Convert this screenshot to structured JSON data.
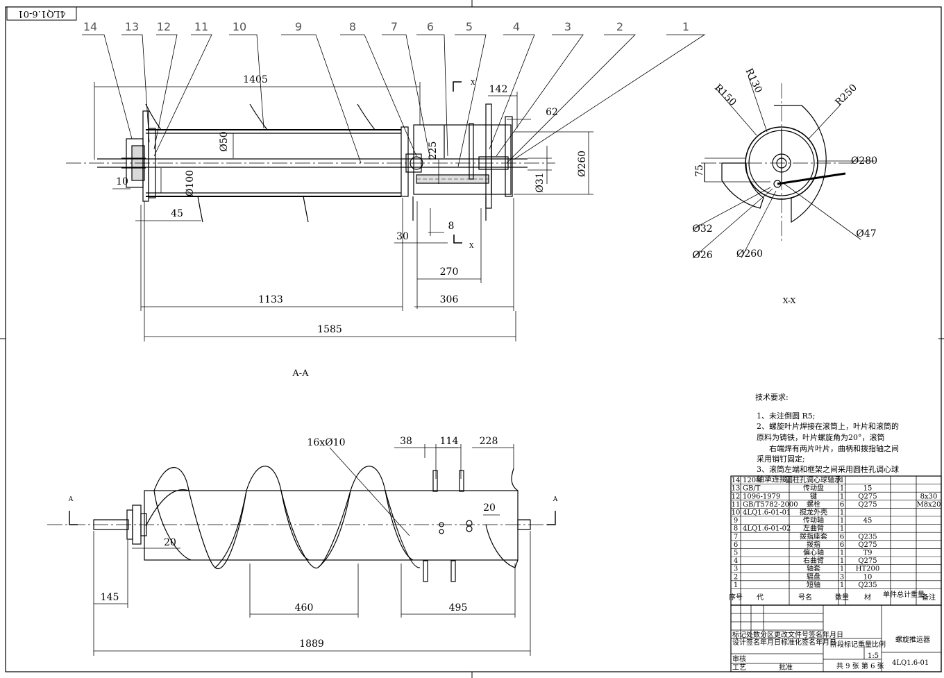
{
  "drawing_code_corner": "4LQ1.6-01",
  "views": {
    "top_label": "A-A",
    "side_label": "X-X",
    "section_mark": "X",
    "cut_mark": "A"
  },
  "balloons": [
    "14",
    "13",
    "12",
    "11",
    "10",
    "9",
    "8",
    "7",
    "6",
    "5",
    "4",
    "3",
    "2",
    "1"
  ],
  "dims_top": {
    "d1405": "1405",
    "d142": "142",
    "d62": "62",
    "d50": "Ø50",
    "d225": "225",
    "d260v": "Ø260",
    "d31": "Ø31",
    "d10": "10",
    "d100": "Ø100",
    "d45": "45",
    "d30": "30",
    "d8": "8",
    "d270": "270",
    "d1133": "1133",
    "d306": "306",
    "d1585": "1585"
  },
  "dims_side": {
    "r130": "R130",
    "r150": "R150",
    "r250": "R250",
    "d75": "75",
    "d280": "Ø280",
    "d32": "Ø32",
    "d26": "Ø26",
    "d260": "Ø260",
    "d47": "Ø47"
  },
  "dims_bottom": {
    "holes": "16xØ10",
    "d38": "38",
    "d114": "114",
    "d228": "228",
    "d20a": "20",
    "d20b": "20",
    "d145": "145",
    "d460": "460",
    "d495": "495",
    "d1889": "1889"
  },
  "tech": {
    "title": "技术要求:",
    "l1": "1、未注倒圆 R5;",
    "l2": "2、螺旋叶片焊接在滚筒上，叶片和滚筒的",
    "l3": "原料为铸铁，叶片螺旋角为20°，滚筒",
    "l4": "右端焊有两片叶片，曲柄和拨指轴之间",
    "l5": "采用销钉固定;",
    "l6": "3、滚筒左端和框架之间采用圆柱孔调心球",
    "l7": "轴承连接。"
  },
  "bom": {
    "header": {
      "no": "序号",
      "code": "代",
      "name": "号名",
      "qty": "数量",
      "mat": "材",
      "wt": "单件总计重量",
      "remark": "备注"
    },
    "rows": [
      {
        "no": "14",
        "code": "1208",
        "name": "圆柱孔调心球轴承",
        "qty": "1",
        "mat": "",
        "remark": ""
      },
      {
        "no": "13",
        "code": "GB/T",
        "name": "传动盘",
        "qty": "1",
        "mat": "15",
        "remark": ""
      },
      {
        "no": "12",
        "code": "1096-1979",
        "name": "键",
        "qty": "1",
        "mat": "Q275",
        "remark": "8x30"
      },
      {
        "no": "11",
        "code": "GB/T5782-2000",
        "name": "螺栓",
        "qty": "6",
        "mat": "Q275",
        "remark": "M8x20"
      },
      {
        "no": "10",
        "code": "4LQ1.6-01-01",
        "name": "搅龙外壳",
        "qty": "1",
        "mat": "",
        "remark": ""
      },
      {
        "no": "9",
        "code": "",
        "name": "传动轴",
        "qty": "1",
        "mat": "45",
        "remark": ""
      },
      {
        "no": "8",
        "code": "4LQ1.6-01-02",
        "name": "左曲臂",
        "qty": "1",
        "mat": "",
        "remark": ""
      },
      {
        "no": "7",
        "code": "",
        "name": "拨指座套",
        "qty": "6",
        "mat": "Q235",
        "remark": ""
      },
      {
        "no": "6",
        "code": "",
        "name": "拨指",
        "qty": "6",
        "mat": "Q275",
        "remark": ""
      },
      {
        "no": "5",
        "code": "",
        "name": "偏心轴",
        "qty": "1",
        "mat": "T9",
        "remark": ""
      },
      {
        "no": "4",
        "code": "",
        "name": "右曲臂",
        "qty": "1",
        "mat": "Q275",
        "remark": ""
      },
      {
        "no": "3",
        "code": "",
        "name": "轴套",
        "qty": "1",
        "mat": "HT200",
        "remark": ""
      },
      {
        "no": "2",
        "code": "",
        "name": "辐盘",
        "qty": "3",
        "mat": "10",
        "remark": ""
      },
      {
        "no": "1",
        "code": "",
        "name": "短轴",
        "qty": "1",
        "mat": "Q235",
        "remark": ""
      }
    ]
  },
  "title_block": {
    "name": "螺旋推运器",
    "code": "4LQ1.6-01",
    "scale": "1:5",
    "sheet": "共 9 张 第 6 张",
    "r1": "标记处数分区更改文件号签名年月日",
    "r2": "设计签名年月日标准化签名年月日",
    "stage": "阶段标记重量比例",
    "review": "审核",
    "process": "工艺",
    "approve": "批准"
  }
}
